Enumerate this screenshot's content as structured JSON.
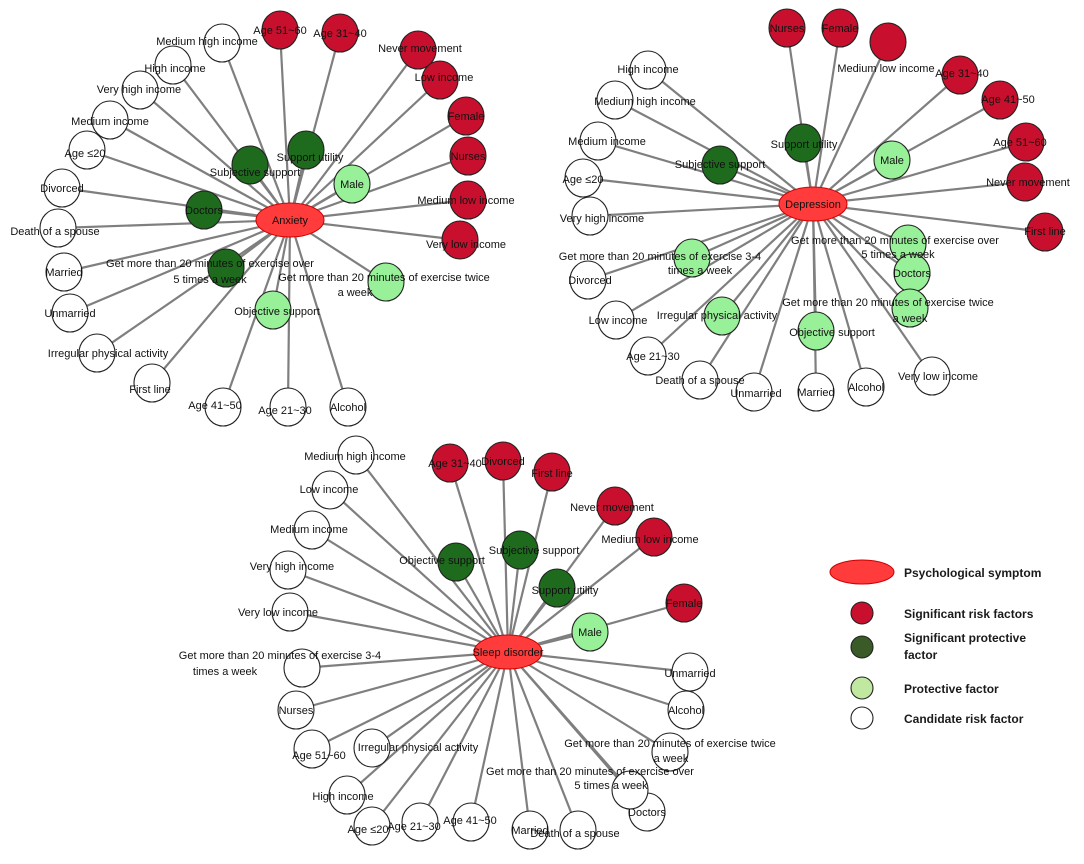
{
  "colors": {
    "hub": "#ff3b3b",
    "risk": "#c8102e",
    "sig_protective": "#1e6b1e",
    "protective": "#98f098",
    "candidate": "#ffffff",
    "edge": "#7f7f7f",
    "legend_sig_protective": "#3a5a28",
    "legend_protective": "#c0e8a0"
  },
  "legend": [
    {
      "label": "Psychological symptom",
      "kind": "hub"
    },
    {
      "label": "Significant risk factors",
      "kind": "risk"
    },
    {
      "label": "Significant protective factor",
      "kind": "sig_protective"
    },
    {
      "label": "Protective factor",
      "kind": "protective"
    },
    {
      "label": "Candidate risk factor",
      "kind": "candidate"
    }
  ],
  "networks": [
    {
      "id": "anxiety",
      "hub": "Anxiety",
      "nodes": [
        {
          "label": "Age 51~60",
          "kind": "risk"
        },
        {
          "label": "Age 31~40",
          "kind": "risk"
        },
        {
          "label": "Never movement",
          "kind": "risk"
        },
        {
          "label": "Low income",
          "kind": "risk"
        },
        {
          "label": "Female",
          "kind": "risk"
        },
        {
          "label": "Nurses",
          "kind": "risk"
        },
        {
          "label": "Medium low income",
          "kind": "risk"
        },
        {
          "label": "Very low income",
          "kind": "risk"
        },
        {
          "label": "Get more than 20 minutes of exercise twice a week",
          "kind": "protective"
        },
        {
          "label": "Male",
          "kind": "protective"
        },
        {
          "label": "Support utility",
          "kind": "sig_protective"
        },
        {
          "label": "Subjective support",
          "kind": "sig_protective"
        },
        {
          "label": "Doctors",
          "kind": "sig_protective"
        },
        {
          "label": "Get more than 20 minutes of exercise over 5 times a week",
          "kind": "sig_protective"
        },
        {
          "label": "Objective support",
          "kind": "protective"
        },
        {
          "label": "Alcohol",
          "kind": "candidate"
        },
        {
          "label": "Age 21~30",
          "kind": "candidate"
        },
        {
          "label": "Age 41~50",
          "kind": "candidate"
        },
        {
          "label": "First line",
          "kind": "candidate"
        },
        {
          "label": "Irregular physical activity",
          "kind": "candidate"
        },
        {
          "label": "Unmarried",
          "kind": "candidate"
        },
        {
          "label": "Married",
          "kind": "candidate"
        },
        {
          "label": "Death of a spouse",
          "kind": "candidate"
        },
        {
          "label": "Divorced",
          "kind": "candidate"
        },
        {
          "label": "Age ≤20",
          "kind": "candidate"
        },
        {
          "label": "Medium income",
          "kind": "candidate"
        },
        {
          "label": "Very high income",
          "kind": "candidate"
        },
        {
          "label": "High income",
          "kind": "candidate"
        },
        {
          "label": "Medium high income",
          "kind": "candidate"
        }
      ]
    },
    {
      "id": "depression",
      "hub": "Depression",
      "nodes": [
        {
          "label": "Nurses",
          "kind": "risk"
        },
        {
          "label": "Female",
          "kind": "risk"
        },
        {
          "label": "Medium low income",
          "kind": "risk"
        },
        {
          "label": "Age 31~40",
          "kind": "risk"
        },
        {
          "label": "Age 41~50",
          "kind": "risk"
        },
        {
          "label": "Age 51~60",
          "kind": "risk"
        },
        {
          "label": "Never movement",
          "kind": "risk"
        },
        {
          "label": "First line",
          "kind": "risk"
        },
        {
          "label": "Get more than 20 minutes of exercise over 5 times a week",
          "kind": "protective"
        },
        {
          "label": "Doctors",
          "kind": "protective"
        },
        {
          "label": "Get more than 20 minutes of exercise twice a week",
          "kind": "protective"
        },
        {
          "label": "Very low income",
          "kind": "candidate"
        },
        {
          "label": "Alcohol",
          "kind": "candidate"
        },
        {
          "label": "Married",
          "kind": "candidate"
        },
        {
          "label": "Objective support",
          "kind": "protective"
        },
        {
          "label": "Unmarried",
          "kind": "candidate"
        },
        {
          "label": "Death of a spouse",
          "kind": "candidate"
        },
        {
          "label": "Age 21~30",
          "kind": "candidate"
        },
        {
          "label": "Irregular physical activity",
          "kind": "protective"
        },
        {
          "label": "Low income",
          "kind": "candidate"
        },
        {
          "label": "Divorced",
          "kind": "candidate"
        },
        {
          "label": "Get more than 20 minutes of exercise 3-4 times a week",
          "kind": "protective"
        },
        {
          "label": "Very high income",
          "kind": "candidate"
        },
        {
          "label": "Age ≤20",
          "kind": "candidate"
        },
        {
          "label": "Medium income",
          "kind": "candidate"
        },
        {
          "label": "Subjective support",
          "kind": "sig_protective"
        },
        {
          "label": "Medium high income",
          "kind": "candidate"
        },
        {
          "label": "High income",
          "kind": "candidate"
        },
        {
          "label": "Support utility",
          "kind": "sig_protective"
        },
        {
          "label": "Male",
          "kind": "protective"
        }
      ]
    },
    {
      "id": "sleep",
      "hub": "Sleep disorder",
      "nodes": [
        {
          "label": "Age 31~40",
          "kind": "risk"
        },
        {
          "label": "Divorced",
          "kind": "risk"
        },
        {
          "label": "First line",
          "kind": "risk"
        },
        {
          "label": "Never movement",
          "kind": "risk"
        },
        {
          "label": "Medium low income",
          "kind": "risk"
        },
        {
          "label": "Female",
          "kind": "risk"
        },
        {
          "label": "Unmarried",
          "kind": "candidate"
        },
        {
          "label": "Alcohol",
          "kind": "candidate"
        },
        {
          "label": "Get more than 20 minutes of exercise twice a week",
          "kind": "candidate"
        },
        {
          "label": "Doctors",
          "kind": "candidate"
        },
        {
          "label": "Get more than 20 minutes of exercise over 5 times a week",
          "kind": "candidate"
        },
        {
          "label": "Death of a spouse",
          "kind": "candidate"
        },
        {
          "label": "Married",
          "kind": "candidate"
        },
        {
          "label": "Age 41~50",
          "kind": "candidate"
        },
        {
          "label": "Age 21~30",
          "kind": "candidate"
        },
        {
          "label": "Age ≤20",
          "kind": "candidate"
        },
        {
          "label": "Irregular physical activity",
          "kind": "candidate"
        },
        {
          "label": "High income",
          "kind": "candidate"
        },
        {
          "label": "Age 51~60",
          "kind": "candidate"
        },
        {
          "label": "Nurses",
          "kind": "candidate"
        },
        {
          "label": "Get more than 20 minutes of exercise 3-4 times a week",
          "kind": "candidate"
        },
        {
          "label": "Very low income",
          "kind": "candidate"
        },
        {
          "label": "Very high income",
          "kind": "candidate"
        },
        {
          "label": "Medium income",
          "kind": "candidate"
        },
        {
          "label": "Low income",
          "kind": "candidate"
        },
        {
          "label": "Medium high income",
          "kind": "candidate"
        },
        {
          "label": "Male",
          "kind": "protective"
        },
        {
          "label": "Support utility",
          "kind": "sig_protective"
        },
        {
          "label": "Subjective support",
          "kind": "sig_protective"
        },
        {
          "label": "Objective support",
          "kind": "sig_protective"
        }
      ]
    }
  ]
}
